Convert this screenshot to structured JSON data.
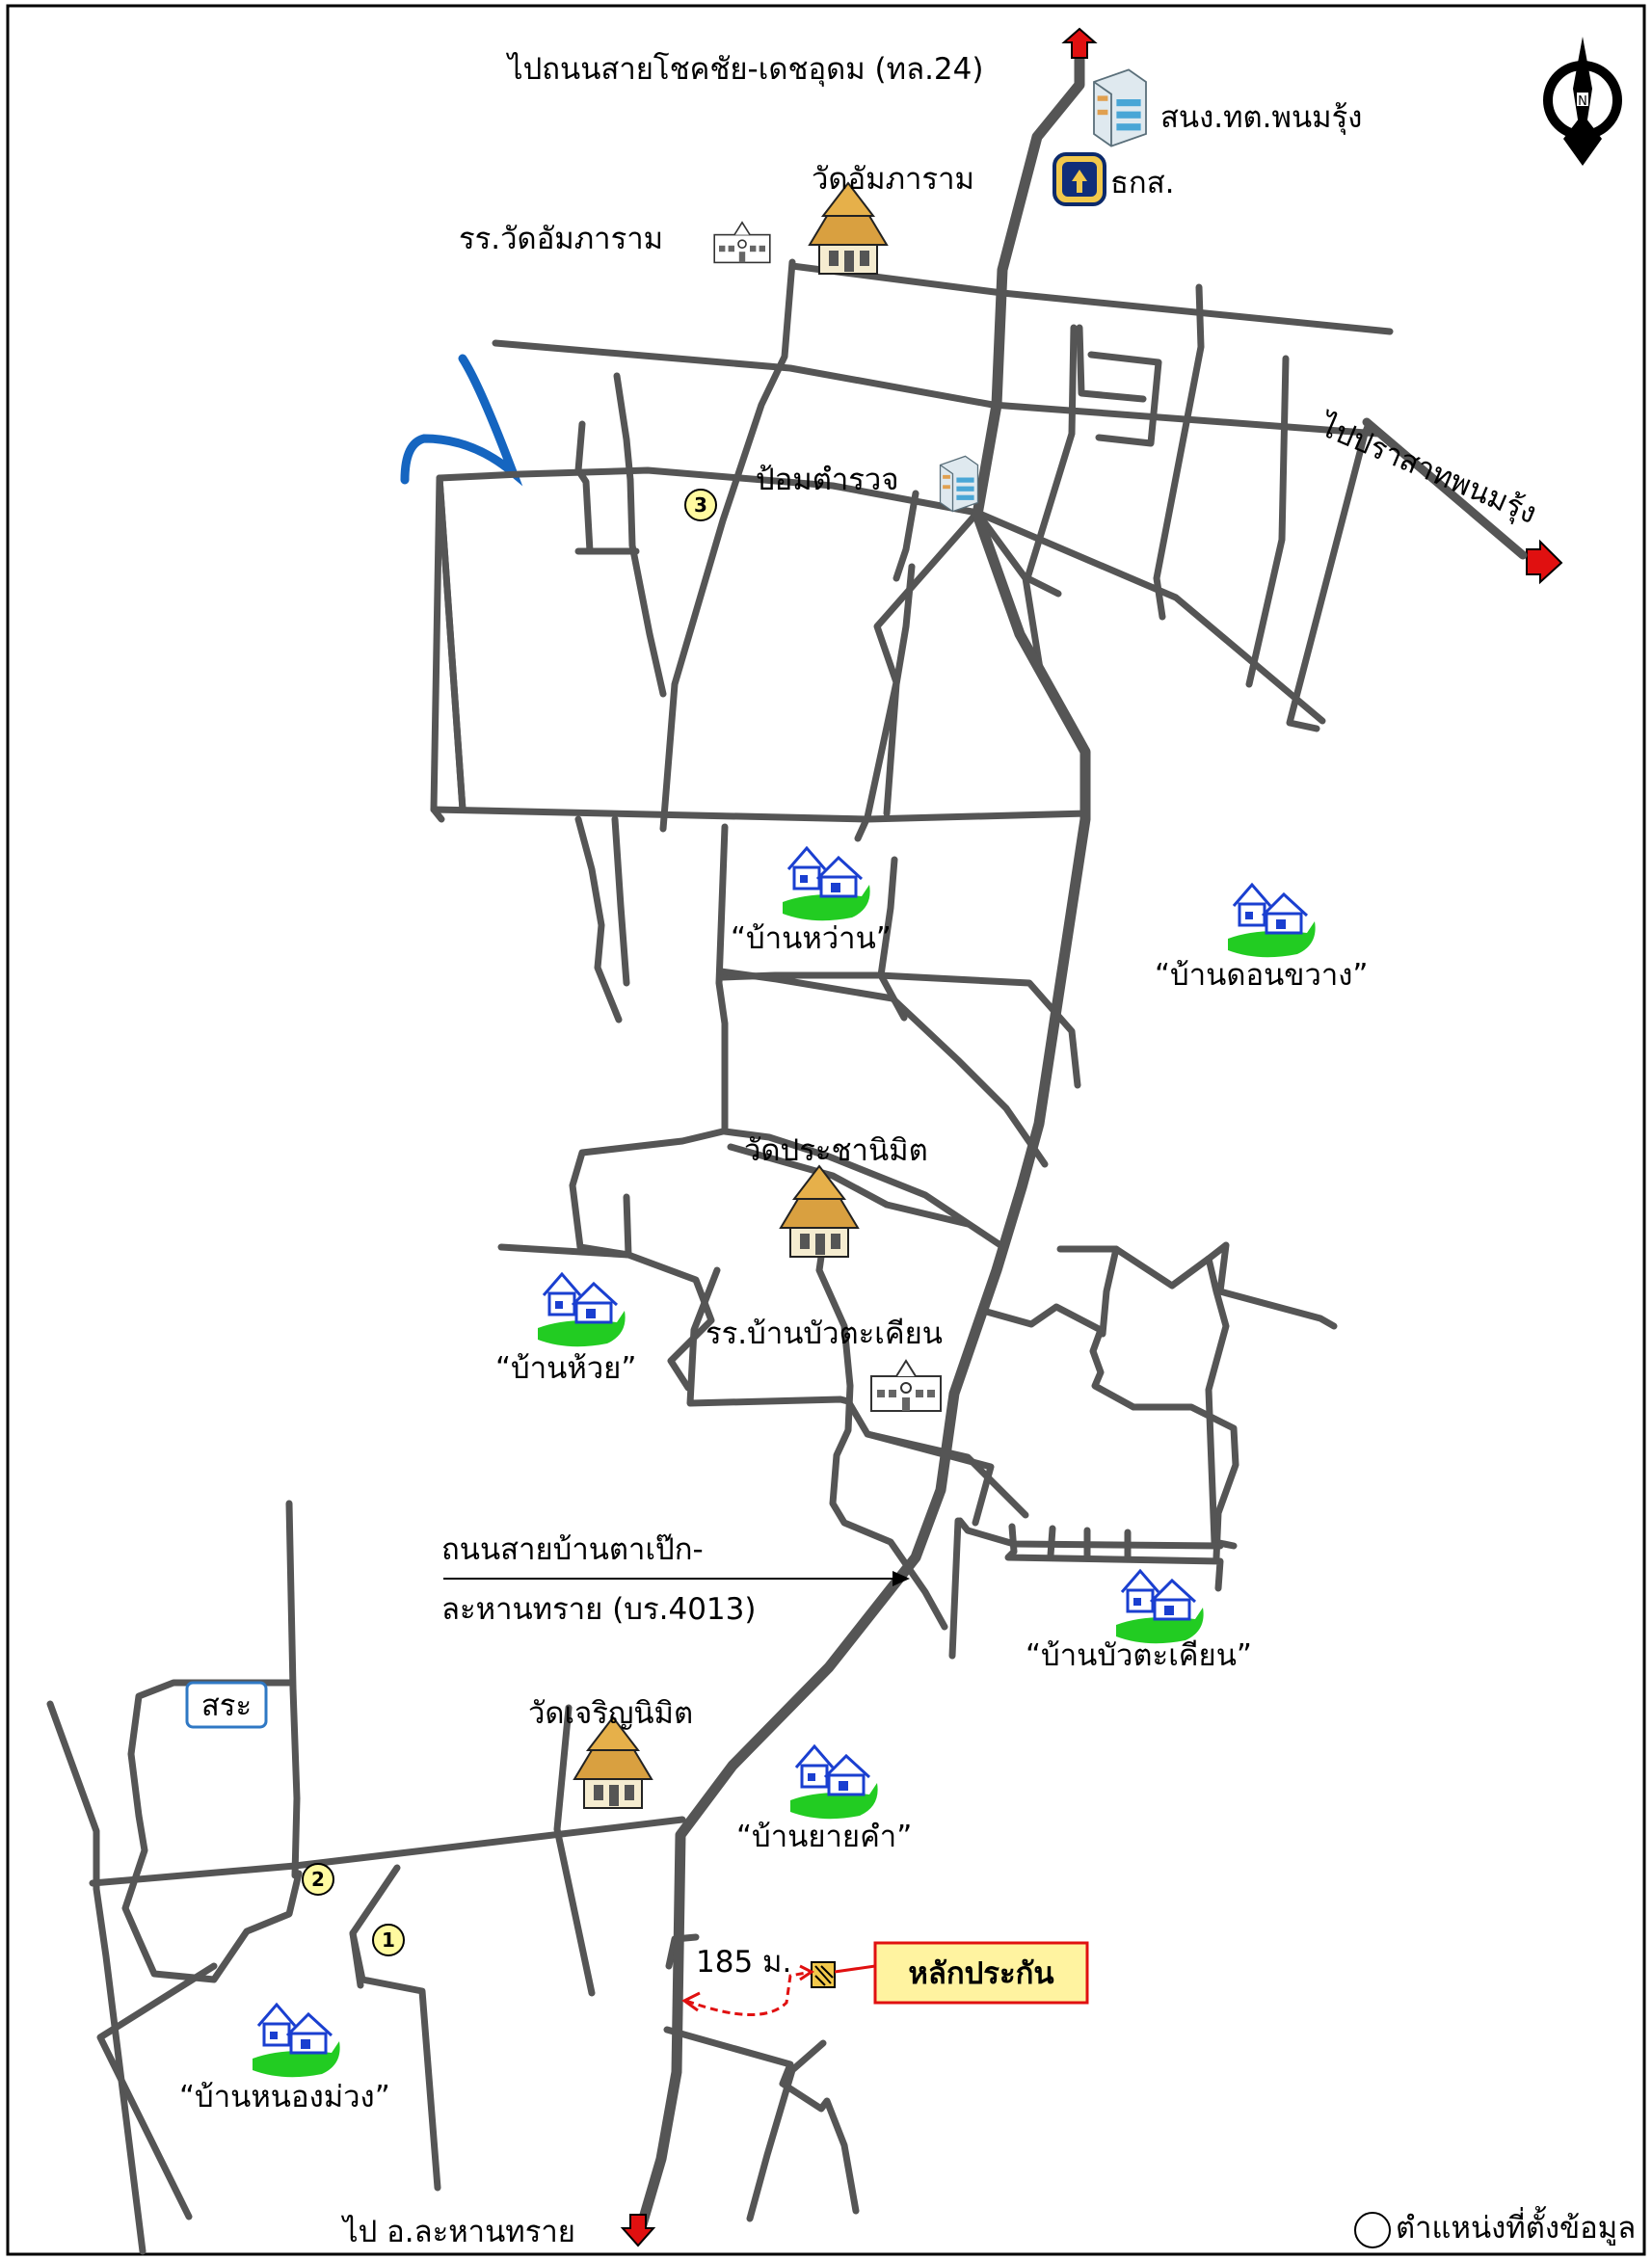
{
  "map": {
    "directions": {
      "north_road": "ไปถนนสายโชคชัย-เดชอุดม (ทล.24)",
      "east_road": "ไปปราสาทพนมรุ้ง",
      "south_road": "ไป อ.ละหานทราย",
      "main_road": "ถนนสายบ้านตาเป๊ก-\nละหานทราย (บร.4013)",
      "main_road_line1": "ถนนสายบ้านตาเป๊ก-",
      "main_road_line2": "ละหานทราย (บร.4013)"
    },
    "places": {
      "sanong": "สนง.ทต.พนมรุ้ง",
      "bank": "ธกส.",
      "temple_ampharam": "วัดอัมภาราม",
      "school_ampharam": "รร.วัดอัมภาราม",
      "police": "ป้อมตำรวจ",
      "temple_prachanimit": "วัดประชานิมิต",
      "school_buatakhian": "รร.บ้านบัวตะเคียน",
      "temple_charoennimit": "วัดเจริญนิมิต",
      "pond": "สระ"
    },
    "villages": {
      "wan": "“บ้านหว่าน”",
      "donkhwang": "“บ้านดอนขวาง”",
      "huai": "“บ้านห้วย”",
      "buatakhian": "“บ้านบัวตะเคียน”",
      "yaikham": "“บ้านยายคำ”",
      "nongmuang": "“บ้านหนองม่วง”"
    },
    "collateral": {
      "label": "หลักประกัน",
      "distance": "185 ม."
    },
    "markers": [
      "1",
      "2",
      "3"
    ],
    "compass_letter": "N",
    "legend": "ตำแหน่งที่ตั้งข้อมูล"
  },
  "colors": {
    "road": "#555555",
    "river": "#1565c0",
    "arrow_red": "#e01010",
    "marker_fill": "#fffaa0",
    "collateral_fill": "#fff3a0",
    "collateral_border": "#e01010",
    "village_green": "#22cc22",
    "village_blue": "#1a3fd0"
  }
}
